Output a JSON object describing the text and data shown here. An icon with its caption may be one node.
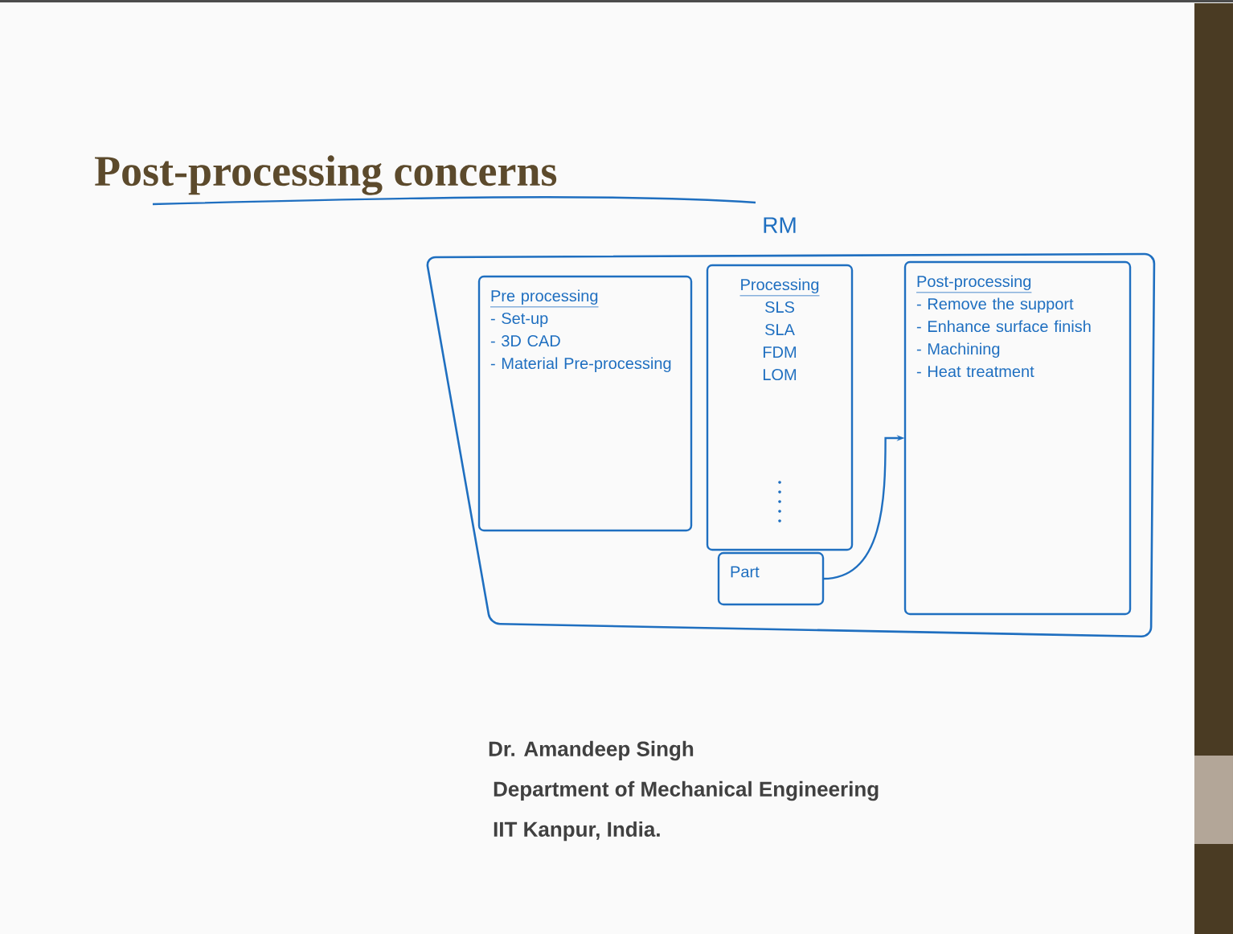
{
  "diagram": {
    "title": "Post-processing concerns",
    "nodes": [
      {
        "text": [
          "RM"
        ]
      },
      {
        "text": [
          "Pre processing",
          "- Set-up",
          "- 3D CAD",
          "- Material Pre-processing"
        ],
        "in": 0
      },
      {
        "text": [
          "Processing",
          "SLS",
          "SLA",
          "FDM",
          "LOM"
        ],
        "in": 0
      },
      {
        "text": [
          "Part"
        ],
        "in": 0
      },
      {
        "text": [
          "Post-processing",
          "- Remove the support",
          "- Enhance surface finish",
          "- Machining",
          "- Heat treatment"
        ],
        "in": 0
      }
    ],
    "edges": [
      {
        "from": 3,
        "to": 4,
        "arrow": "to"
      }
    ],
    "labels": [
      "Dr. Amandeep Singh",
      "Department of Mechanical Engineering",
      "IIT Kanpur,  India."
    ]
  }
}
